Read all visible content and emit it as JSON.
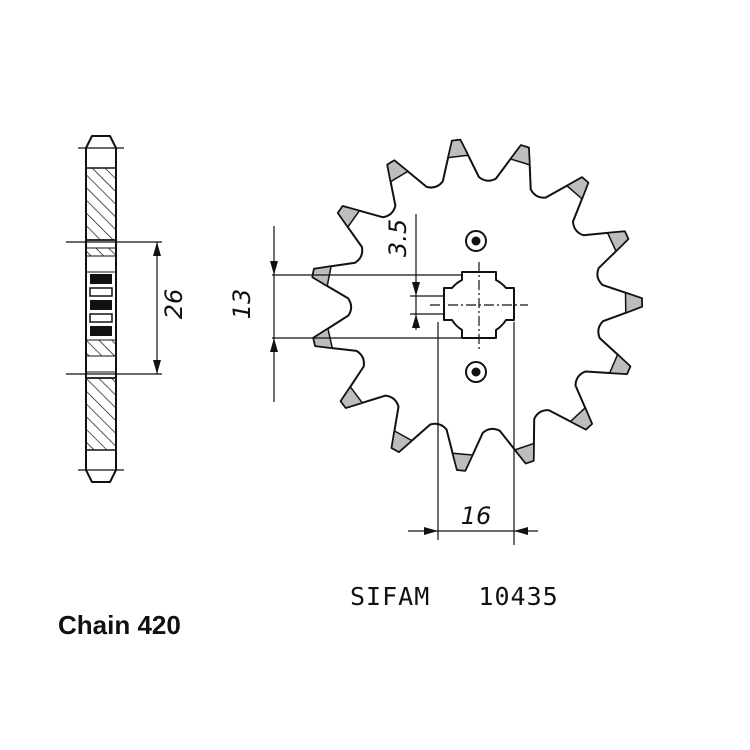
{
  "diagram": {
    "dimensions": {
      "hub_width": "26",
      "center_height": "13",
      "offset": "3.5",
      "bore_width": "16"
    },
    "brand": "SIFAM",
    "part_number": "10435",
    "chain": "Chain 420",
    "tooth_count": 15,
    "colors": {
      "line": "#111111",
      "background": "#ffffff"
    }
  }
}
